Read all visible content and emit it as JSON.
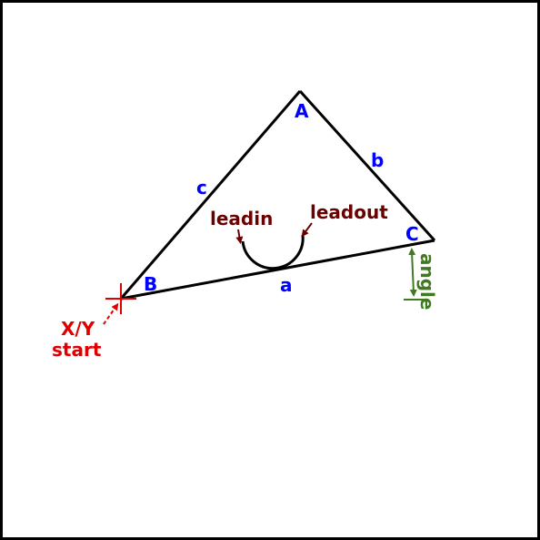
{
  "vertices": {
    "A": "A",
    "B": "B",
    "C": "C"
  },
  "sides": {
    "a": "a",
    "b": "b",
    "c": "c"
  },
  "lead": {
    "in": "leadin",
    "out": "leadout"
  },
  "start": {
    "line1": "X/Y",
    "line2": "start"
  },
  "angle_label": "angle",
  "colors": {
    "frame": "#000000",
    "triangle": "#000000",
    "labels": "#0000ff",
    "lead": "#6b0000",
    "start": "#e00000",
    "angle": "#3f7a1f"
  }
}
